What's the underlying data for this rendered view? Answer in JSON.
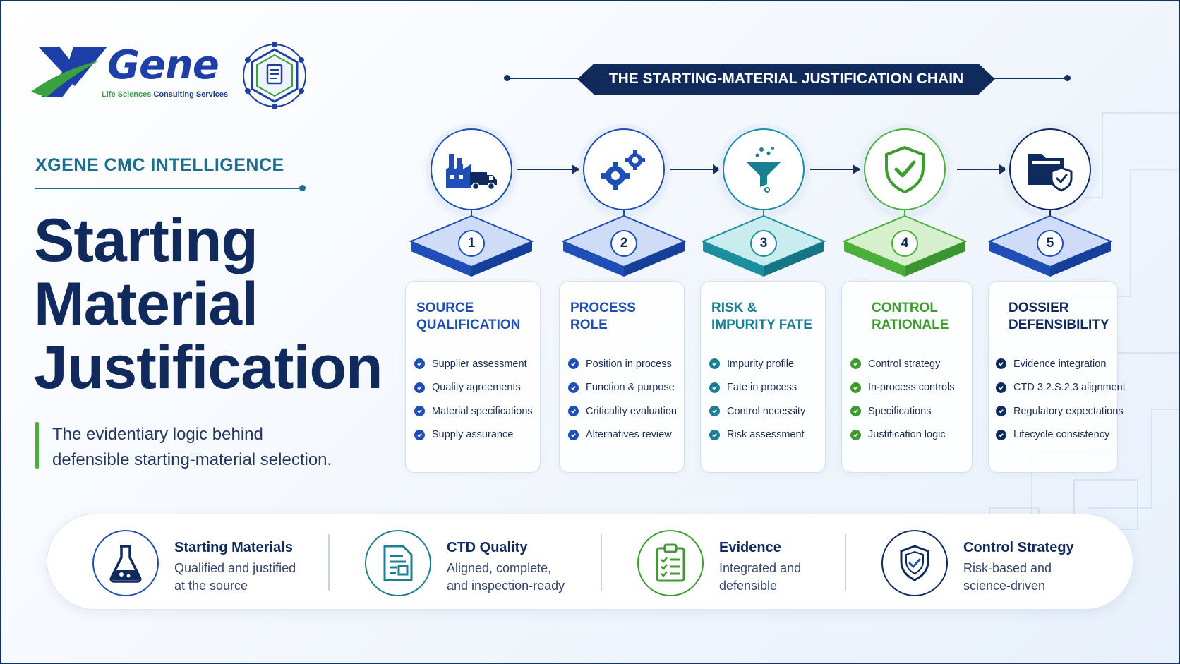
{
  "brand": {
    "wordmark": "Gene",
    "tagline_green": "Life Sciences",
    "tagline_rest": "Consulting Services",
    "colors": {
      "navy": "#102a5e",
      "blue": "#1f4fb6",
      "teal": "#1b7f93",
      "green": "#3d9b2f"
    }
  },
  "left": {
    "kicker": "XGENE CMC INTELLIGENCE",
    "title_lines": [
      "Starting",
      "Material",
      "Justification"
    ],
    "subtitle_lines": [
      "The evidentiary logic behind",
      "defensible starting-material selection."
    ]
  },
  "chain": {
    "banner": "THE STARTING-MATERIAL JUSTIFICATION CHAIN",
    "steps": [
      {
        "number": "1",
        "icon": "factory-truck-icon",
        "title_lines": [
          "SOURCE",
          "QUALIFICATION"
        ],
        "accent": "blue",
        "items": [
          "Supplier assessment",
          "Quality agreements",
          "Material specifications",
          "Supply assurance"
        ]
      },
      {
        "number": "2",
        "icon": "gears-icon",
        "title_lines": [
          "PROCESS",
          "ROLE"
        ],
        "accent": "blue",
        "items": [
          "Position in process",
          "Function & purpose",
          "Criticality evaluation",
          "Alternatives review"
        ]
      },
      {
        "number": "3",
        "icon": "funnel-icon",
        "title_lines": [
          "RISK &",
          "IMPURITY FATE"
        ],
        "accent": "teal",
        "items": [
          "Impurity profile",
          "Fate in process",
          "Control necessity",
          "Risk assessment"
        ]
      },
      {
        "number": "4",
        "icon": "shield-check-icon",
        "title_lines": [
          "CONTROL",
          "RATIONALE"
        ],
        "accent": "green",
        "items": [
          "Control strategy",
          "In-process controls",
          "Specifications",
          "Justification logic"
        ]
      },
      {
        "number": "5",
        "icon": "folder-shield-icon",
        "title_lines": [
          "DOSSIER",
          "DEFENSIBILITY"
        ],
        "accent": "navy",
        "items": [
          "Evidence integration",
          "CTD 3.2.S.2.3 alignment",
          "Regulatory expectations",
          "Lifecycle consistency"
        ]
      }
    ]
  },
  "features": [
    {
      "icon": "flask-icon",
      "title": "Starting Materials",
      "desc_lines": [
        "Qualified and justified",
        "at the source"
      ]
    },
    {
      "icon": "document-icon",
      "title": "CTD Quality",
      "desc_lines": [
        "Aligned, complete,",
        "and inspection-ready"
      ]
    },
    {
      "icon": "clipboard-checklist-icon",
      "title": "Evidence",
      "desc_lines": [
        "Integrated and",
        "defensible"
      ]
    },
    {
      "icon": "shield-check-icon",
      "title": "Control Strategy",
      "desc_lines": [
        "Risk-based and",
        "science-driven"
      ]
    }
  ]
}
